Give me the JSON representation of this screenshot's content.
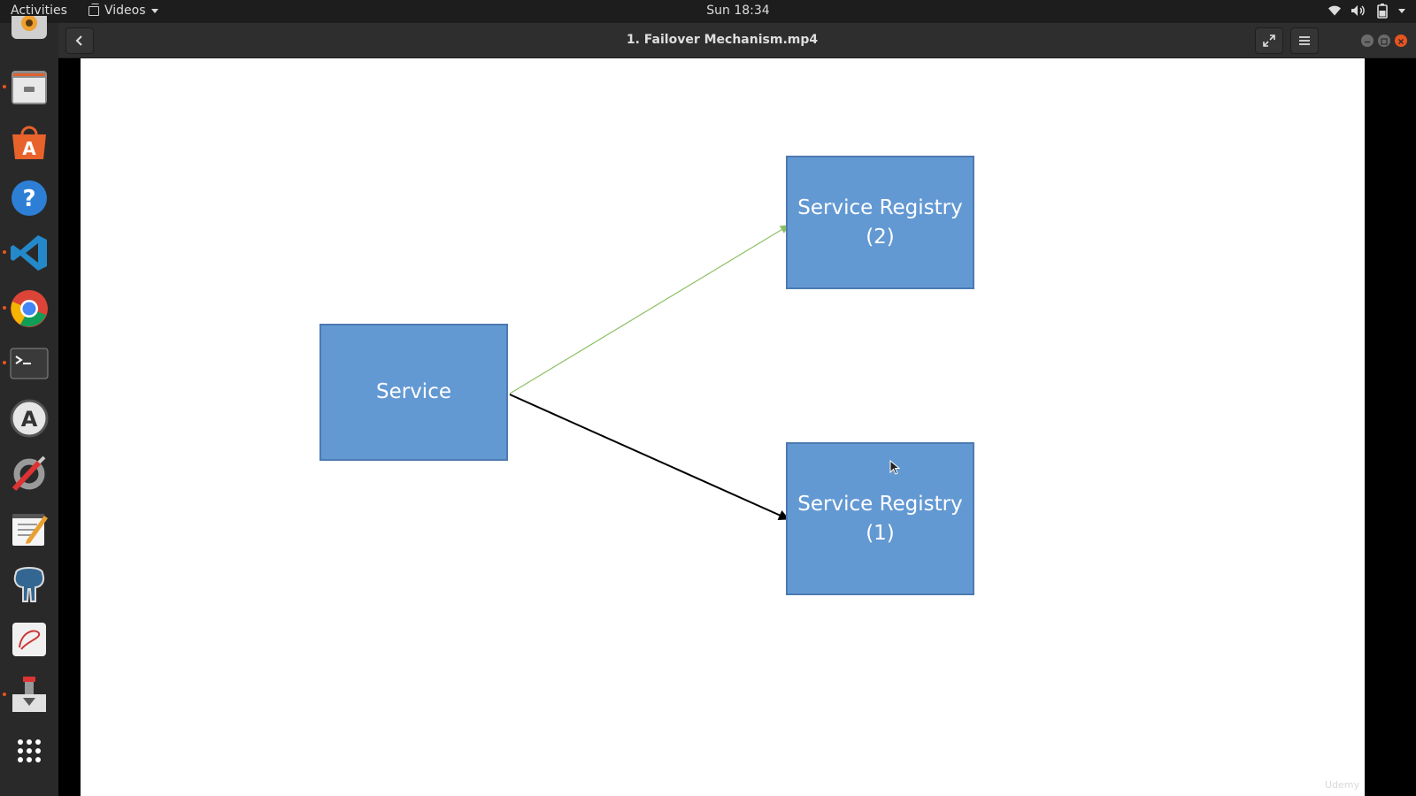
{
  "topbar": {
    "activities": "Activities",
    "app_menu": "Videos",
    "clock": "Sun 18:34",
    "tray_icons": [
      "wifi-icon",
      "volume-icon",
      "battery-icon",
      "tray-menu-caret"
    ]
  },
  "dock": {
    "items": [
      {
        "name": "rhythmbox",
        "running": false
      },
      {
        "name": "files",
        "running": true
      },
      {
        "name": "ubuntu-software",
        "running": false
      },
      {
        "name": "help",
        "running": false
      },
      {
        "name": "vscode",
        "running": true
      },
      {
        "name": "chrome",
        "running": true
      },
      {
        "name": "terminal",
        "running": true
      },
      {
        "name": "software-updater",
        "running": false
      },
      {
        "name": "settings-tools",
        "running": false
      },
      {
        "name": "text-editor",
        "running": false
      },
      {
        "name": "pgadmin",
        "running": false
      },
      {
        "name": "document-viewer",
        "running": false
      },
      {
        "name": "installer",
        "running": true
      },
      {
        "name": "show-applications",
        "running": false
      }
    ]
  },
  "window": {
    "title": "1. Failover Mechanism.mp4"
  },
  "slide": {
    "service_label": "Service",
    "registry2_label_line1": "Service Registry",
    "registry2_label_line2": "(2)",
    "registry1_label_line1": "Service Registry",
    "registry1_label_line2": "(1)",
    "colors": {
      "box_fill": "#6399d3",
      "box_border": "#4d7ab2",
      "arrow_to_registry2": "#8cbf63",
      "arrow_to_registry1": "#000000"
    },
    "watermark": "Udemy"
  }
}
